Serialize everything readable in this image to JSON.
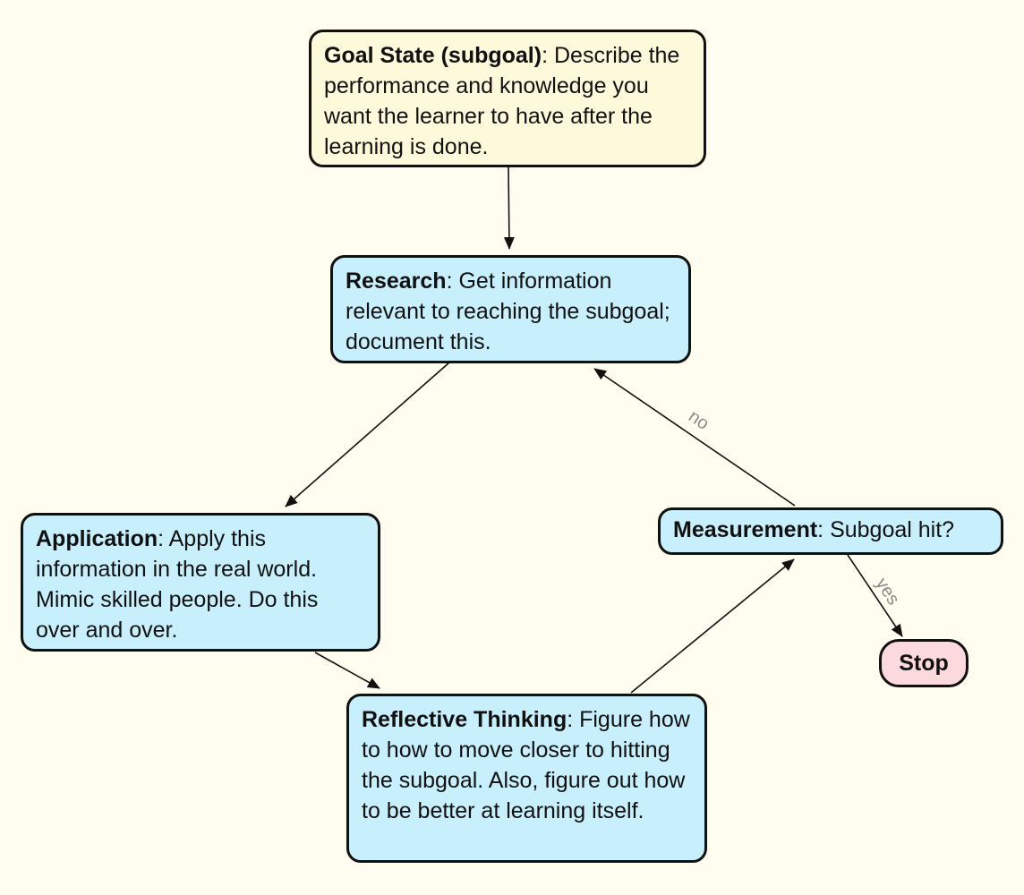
{
  "colors": {
    "background": "#fefdf0",
    "goal_fill": "#fdfadc",
    "step_fill": "#c8effc",
    "stop_fill": "#fcd9dc",
    "border": "#111111",
    "edge": "#111111",
    "edge_label": "#8a8a8a"
  },
  "nodes": {
    "goal": {
      "title": "Goal State (subgoal)",
      "text": ": Describe the performance and knowledge you want the learner to have after the learning is done."
    },
    "research": {
      "title": "Research",
      "text": ": Get information relevant to reaching the subgoal; document this."
    },
    "application": {
      "title": "Application",
      "text": ": Apply this information in the real world. Mimic skilled people. Do this over and over."
    },
    "reflective": {
      "title": "Reflective Thinking",
      "text": ": Figure how to how to move closer to hitting the subgoal. Also, figure out how to be better at learning itself."
    },
    "measurement": {
      "title": "Measurement",
      "text": ": Subgoal hit?"
    },
    "stop": {
      "title": "Stop"
    }
  },
  "edges": {
    "no_label": "no",
    "yes_label": "yes"
  }
}
